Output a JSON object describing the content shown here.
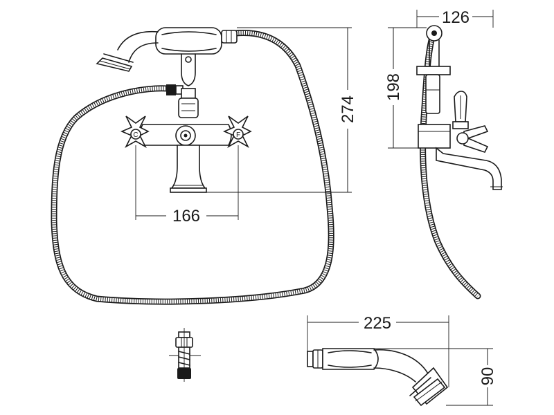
{
  "dimensions": {
    "spout_centres": "166",
    "overall_height": "274",
    "side_depth": "126",
    "side_height": "198",
    "handset_length": "225",
    "handset_height": "90"
  },
  "handle_marks": {
    "hot": "C",
    "cold": "F"
  },
  "icons": {
    "front_view": "bath-shower-mixer-front-view",
    "side_view": "bath-shower-mixer-side-view",
    "handset": "shower-handset",
    "connector": "hose-connector"
  }
}
